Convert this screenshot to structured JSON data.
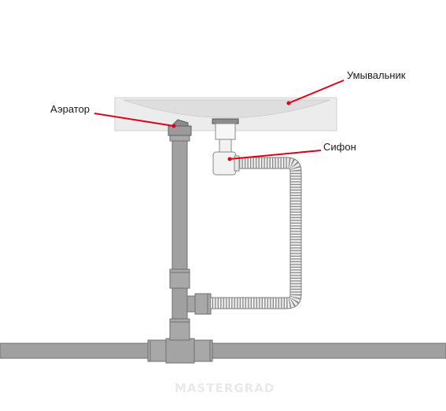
{
  "labels": {
    "sink": "Умывальник",
    "aerator": "Аэратор",
    "siphon": "Сифон"
  },
  "watermark": "MASTERGRAD",
  "colors": {
    "pipe": "#a0a0a0",
    "pipe_stroke": "#6f6f6f",
    "sink": "#ececec",
    "callout": "#e3001b"
  }
}
